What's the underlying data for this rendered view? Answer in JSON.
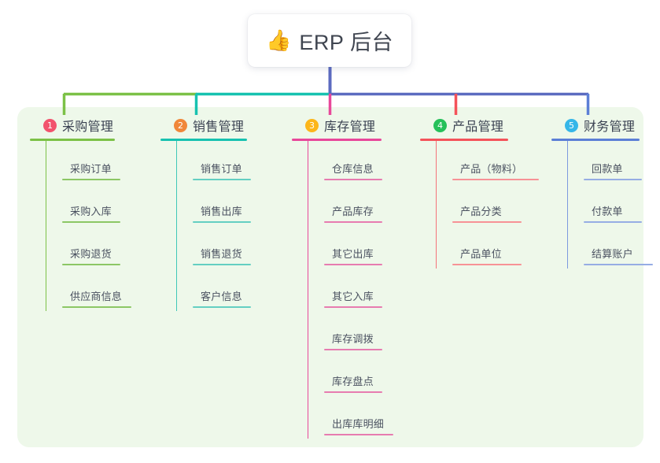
{
  "page": {
    "background": "#ffffff",
    "board_background": "#eef8ea"
  },
  "root": {
    "icon": "thumbs-up-icon",
    "icon_glyph": "👍",
    "title": "ERP 后台"
  },
  "columns": [
    {
      "number": "1",
      "title": "采购管理",
      "badge_color": "#f2536d",
      "line_color": "#7cc147",
      "items": [
        {
          "label": "采购订单"
        },
        {
          "label": "采购入库"
        },
        {
          "label": "采购退货"
        },
        {
          "label": "供应商信息"
        }
      ]
    },
    {
      "number": "2",
      "title": "销售管理",
      "badge_color": "#f0873a",
      "line_color": "#17c2b0",
      "items": [
        {
          "label": "销售订单"
        },
        {
          "label": "销售出库"
        },
        {
          "label": "销售退货"
        },
        {
          "label": "客户信息"
        }
      ]
    },
    {
      "number": "3",
      "title": "库存管理",
      "badge_color": "#fcb61a",
      "line_color": "#e8489a",
      "items": [
        {
          "label": "仓库信息"
        },
        {
          "label": "产品库存"
        },
        {
          "label": "其它出库"
        },
        {
          "label": "其它入库"
        },
        {
          "label": "库存调拨"
        },
        {
          "label": "库存盘点"
        },
        {
          "label": "出库库明细"
        }
      ]
    },
    {
      "number": "4",
      "title": "产品管理",
      "badge_color": "#26c05a",
      "line_color": "#f4535a",
      "items": [
        {
          "label": "产品（物料）"
        },
        {
          "label": "产品分类"
        },
        {
          "label": "产品单位"
        }
      ]
    },
    {
      "number": "5",
      "title": "财务管理",
      "badge_color": "#35b6e8",
      "line_color": "#5c7fd6",
      "items": [
        {
          "label": "回款单"
        },
        {
          "label": "付款单"
        },
        {
          "label": "结算账户"
        }
      ]
    }
  ],
  "connectors": {
    "trunk_color": "#5c6bc0",
    "bus_segments": [
      {
        "color": "#7cc147"
      },
      {
        "color": "#17c2b0"
      },
      {
        "color": "#5c6bc0"
      }
    ],
    "drops": [
      {
        "color": "#7cc147"
      },
      {
        "color": "#17c2b0"
      },
      {
        "color": "#e8489a"
      },
      {
        "color": "#f4535a"
      },
      {
        "color": "#5c7fd6"
      }
    ]
  }
}
